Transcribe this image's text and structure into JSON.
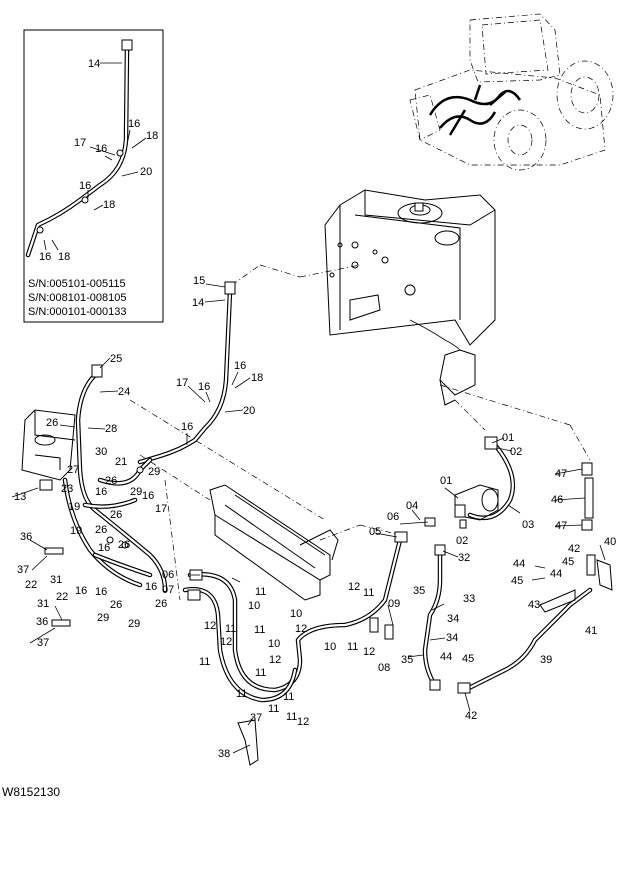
{
  "inset": {
    "serial_lines": [
      "S/N:005101-005115",
      "S/N:008101-008105",
      "S/N:000101-000133"
    ],
    "callouts": [
      "14",
      "16",
      "18",
      "17",
      "16",
      "20",
      "16",
      "18",
      "16",
      "18"
    ]
  },
  "drawing_id": "W8152130",
  "callouts": [
    "15",
    "14",
    "16",
    "18",
    "17",
    "16",
    "20",
    "16",
    "25",
    "24",
    "26",
    "28",
    "30",
    "21",
    "27",
    "23",
    "13",
    "19",
    "29",
    "29",
    "16",
    "17",
    "26",
    "16",
    "26",
    "36",
    "37",
    "22",
    "31",
    "16",
    "26",
    "19",
    "16",
    "26",
    "31",
    "22",
    "36",
    "29",
    "16",
    "26",
    "29",
    "26",
    "37",
    "16",
    "01",
    "02",
    "01",
    "04",
    "06",
    "05",
    "03",
    "02",
    "32",
    "47",
    "46",
    "47",
    "40",
    "42",
    "44",
    "45",
    "45",
    "44",
    "43",
    "41",
    "06",
    "07",
    "11",
    "10",
    "12",
    "11",
    "11",
    "12",
    "11",
    "10",
    "12",
    "11",
    "11",
    "10",
    "12",
    "11",
    "10",
    "12",
    "11",
    "11",
    "11",
    "12",
    "11",
    "12",
    "35",
    "33",
    "09",
    "08",
    "34",
    "34",
    "35",
    "44",
    "45",
    "39",
    "42",
    "38",
    "37"
  ]
}
